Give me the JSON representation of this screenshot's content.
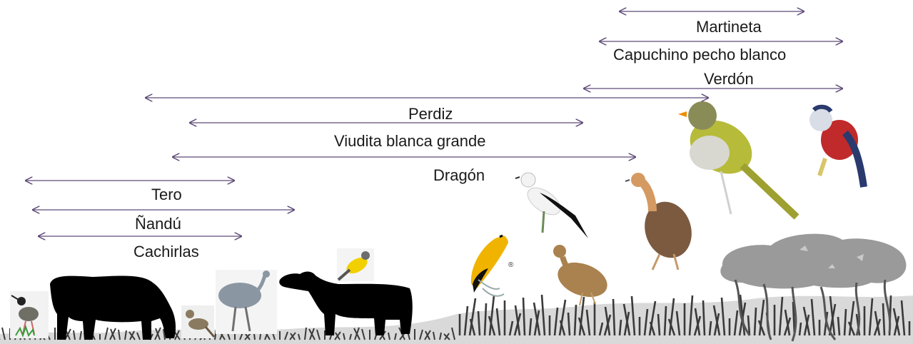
{
  "diagram": {
    "species": [
      {
        "id": "martineta",
        "name": "Martineta"
      },
      {
        "id": "capuchino",
        "name": "Capuchino pecho blanco"
      },
      {
        "id": "verdon",
        "name": "Verdón"
      },
      {
        "id": "perdiz",
        "name": "Perdiz"
      },
      {
        "id": "viudita",
        "name": "Viudita blanca grande"
      },
      {
        "id": "dragon",
        "name": "Dragón"
      },
      {
        "id": "tero",
        "name": "Tero"
      },
      {
        "id": "nandu",
        "name": "Ñandú"
      },
      {
        "id": "cachirlas",
        "name": "Cachirlas"
      }
    ],
    "colors": {
      "arrow": "#5e4a78",
      "text": "#1a1a1a",
      "silhouette": "#000000",
      "grass": "#3a3a3a",
      "bush": "#9a9a9a"
    },
    "trademark": "®"
  }
}
